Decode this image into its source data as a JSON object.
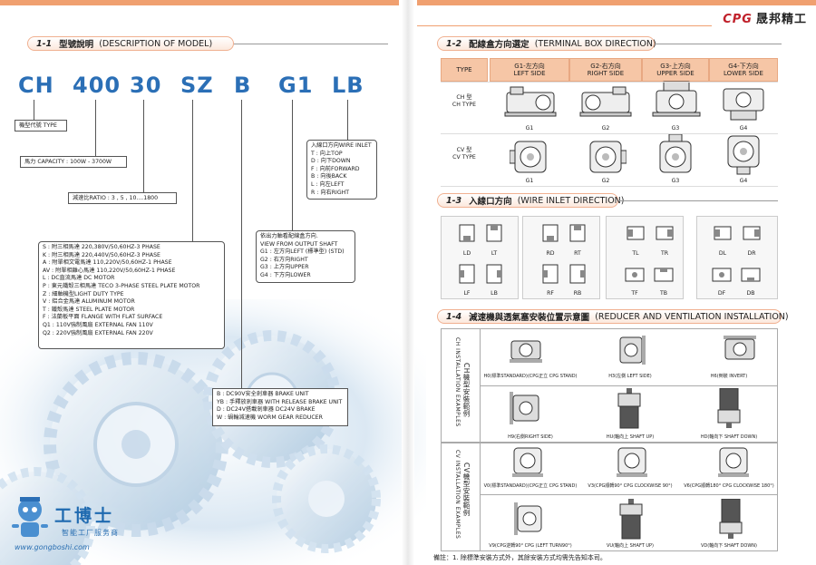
{
  "brand": {
    "logo": "CPG",
    "name": "晟邦精工"
  },
  "left": {
    "section_num": "1-1",
    "section_cn": "型號說明",
    "section_en": "(DESCRIPTION OF MODEL)",
    "code_parts": [
      "CH",
      "400",
      "30",
      "SZ",
      "B",
      "G1",
      "LB"
    ],
    "type_label": "機型代號 TYPE",
    "capacity_label": "馬力 CAPACITY : 100W - 3700W",
    "ratio_label": "減速比RATIO : 3 , 5 , 10....1800",
    "motor_types": [
      "S  : 附三相馬達 220,380V/50,60HZ-3 PHASE",
      "K  : 附三相馬達 220,440V/50,60HZ-3 PHASE",
      "A  : 附單相文電馬達 110,220V/50,60HZ-1 PHASE",
      "AV : 附單相離心馬達 110,220V/50,60HZ-1 PHASE",
      "L  : DC直流馬達 DC MOTOR",
      "P  : 東元鐵殼三相馬達 TECO 3-PHASE STEEL PLATE MOTOR",
      "Z  : 細軸機型LIGHT DUTY TYPE",
      "V  : 鋁合金馬達 ALUMINUM MOTOR",
      "T  : 鐵殼馬達   STEEL PLATE MOTOR",
      "F  : 法蘭板平面 FLANGE WITH FLAT SURFACE",
      "Q1 : 110V強制風扇 EXTERNAL FAN 110V",
      "Q2 : 220V強制風扇 EXTERNAL FAN 220V"
    ],
    "shaft_view": [
      "依出力軸看配線盒方向.",
      "VIEW FROM OUTPUT SHAFT",
      "G1 : 左方向LEFT (標準型) (STD)",
      "G2 : 右方向RIGHT",
      "G3 : 上方向UPPER",
      "G4 : 下方向LOWER"
    ],
    "wire_inlet": [
      "入線口方向WIRE INLET",
      "T : 向上TOP",
      "D : 向下DOWN",
      "F : 向前FORWARD",
      "B : 向後BACK",
      "L : 向左LEFT",
      "R : 向右RIGHT"
    ],
    "brake": [
      "B  : DC90V安全剎車器 BRAKE UNIT",
      "YB : 手釋放剎車器 WITH RELEASE BRAKE UNIT",
      "D  : DC24V搭載剎車器 DC24V BRAKE",
      "W  : 蝸輪減速機 WORM GEAR REDUCER"
    ],
    "logo_title": "工博士",
    "logo_sub": "智能工厂服务商",
    "logo_url": "www.gongboshi.com"
  },
  "right": {
    "s2": {
      "num": "1-2",
      "cn": "配線盒方向選定",
      "en": "(TERMINAL BOX DIRECTION)"
    },
    "s3": {
      "num": "1-3",
      "cn": "入線口方向",
      "en": "(WIRE INLET DIRECTION)"
    },
    "s4": {
      "num": "1-4",
      "cn": "減速機與透氣塞安裝位置示意圖",
      "en": "(REDUCER AND VENTILATION INSTALLATION)"
    },
    "type_header": "TYPE",
    "dir_headers": [
      {
        "cn": "G1-左方向",
        "en": "LEFT SIDE"
      },
      {
        "cn": "G2-右方向",
        "en": "RIGHT SIDE"
      },
      {
        "cn": "G3-上方向",
        "en": "UPPER SIDE"
      },
      {
        "cn": "G4-下方向",
        "en": "LOWER SIDE"
      }
    ],
    "rows": [
      {
        "cn": "CH 型",
        "en": "CH TYPE"
      },
      {
        "cn": "CV 型",
        "en": "CV TYPE"
      }
    ],
    "g_labels": [
      "G1",
      "G2",
      "G3",
      "G4"
    ],
    "wire_labels_top": [
      "LD",
      "LT",
      "RD",
      "RT",
      "TL",
      "TR",
      "DL",
      "DR"
    ],
    "wire_labels_bot": [
      "LF",
      "LB",
      "RF",
      "RB",
      "TF",
      "TB",
      "DF",
      "DB"
    ],
    "ch_side": "CH INSTALLATION EXAMPLES",
    "ch_side_cn": "CH機型安裝範例",
    "cv_side": "CV INSTALLATION EXAMPLES",
    "cv_side_cn": "CV機型安裝範例",
    "ch_captions": [
      "H0(標準STANDARD)(CPG正立 CPG STAND)",
      "H3(左側 LEFT SIDE)",
      "H6(倒裝 INVERT)",
      "H9(右側RIGHT SIDE)",
      "HU(軸向上 SHAFT UP)",
      "HD(軸向下 SHAFT DOWN)"
    ],
    "cv_captions": [
      "V0(標準STANDARD)(CPG正立 CPG STAND)",
      "V3(CPG順轉90° CPG CLOCKWISE 90°)",
      "V6(CPG順轉180° CPG CLOCKWISE 180°)",
      "V9(CPG逆轉90° CPG (LEFT TURN90°)",
      "VU(軸向上 SHAFT UP)",
      "VD(軸向下 SHAFT DOWN)"
    ],
    "footnote": "備註：1. 除標準安裝方式外，其餘安裝方式均需先告知本司。"
  }
}
